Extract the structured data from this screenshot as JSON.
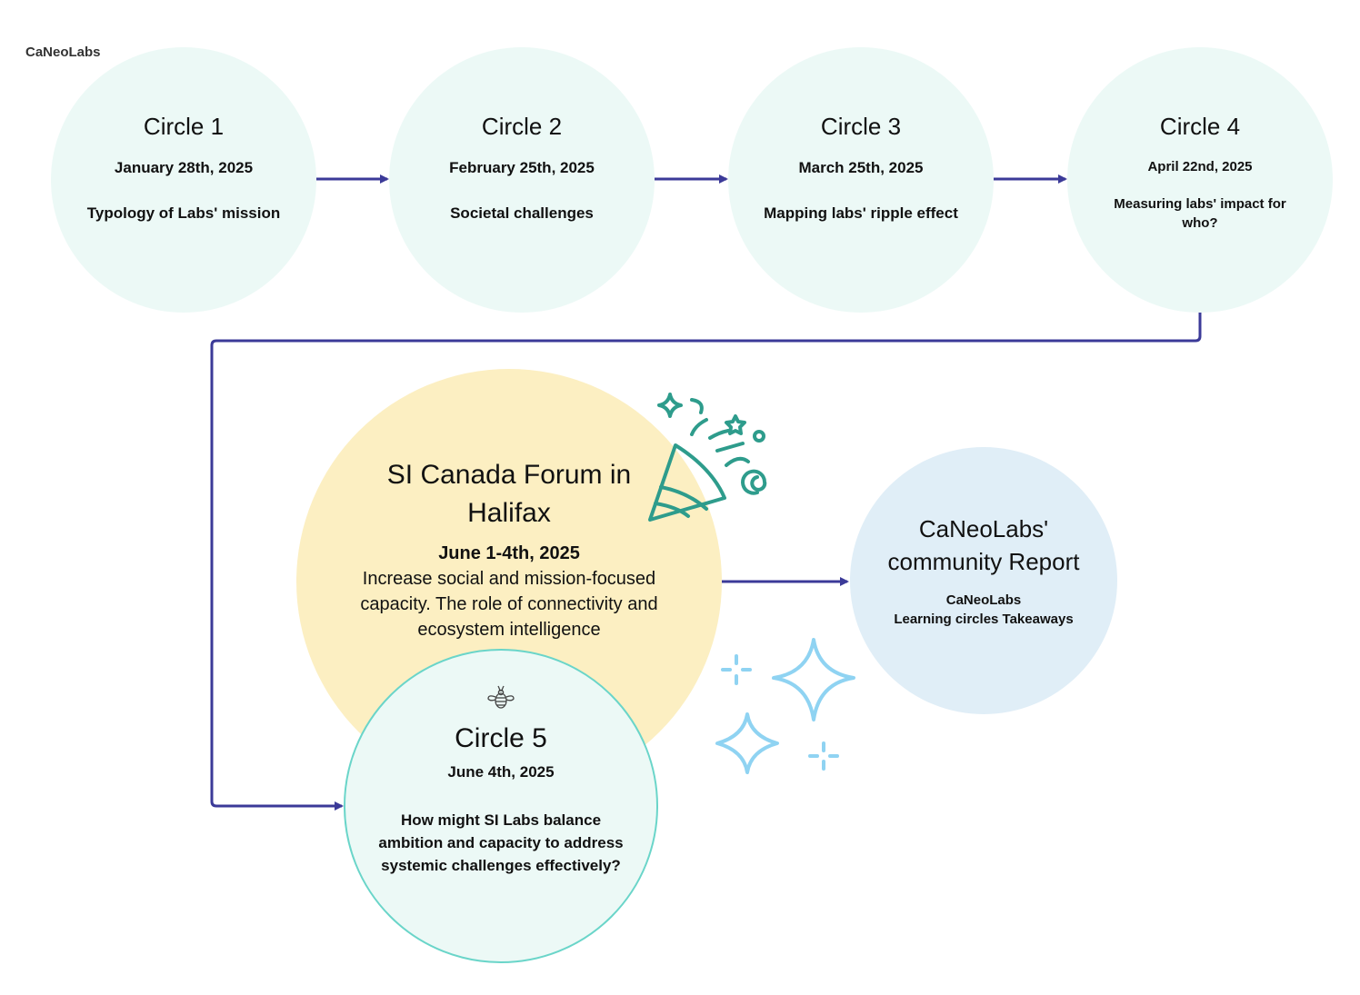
{
  "brand": "CaNeoLabs",
  "circles": [
    {
      "title": "Circle 1",
      "date": "January 28th, 2025",
      "topic": "Typology of Labs' mission"
    },
    {
      "title": "Circle 2",
      "date": "February 25th, 2025",
      "topic": "Societal challenges"
    },
    {
      "title": "Circle 3",
      "date": "March 25th, 2025",
      "topic": "Mapping labs' ripple effect"
    },
    {
      "title": "Circle 4",
      "date": "April 22nd, 2025",
      "topic": "Measuring labs' impact for who?"
    }
  ],
  "forum": {
    "title": "SI Canada Forum in Halifax",
    "date": "June 1-4th, 2025",
    "description": "Increase social and mission-focused capacity. The role of connectivity and ecosystem intelligence"
  },
  "circle5": {
    "title": "Circle 5",
    "date": "June 4th, 2025",
    "topic": "How might SI Labs balance ambition and capacity to address systemic challenges effectively?"
  },
  "report": {
    "title": "CaNeoLabs' community Report",
    "subtitle_line1": "CaNeoLabs",
    "subtitle_line2": "Learning circles Takeaways"
  },
  "colors": {
    "connector": "#3b3a98",
    "circle_fill": "#ecf9f6",
    "forum_fill": "#fcefc2",
    "report_fill": "#e0eef7",
    "circle5_border": "#6ad5c9",
    "party_icon": "#2e9c8c",
    "sparkle_icon": "#8fd3f2"
  },
  "icons": [
    "party-popper-icon",
    "bee-icon",
    "sparkle-icon"
  ]
}
